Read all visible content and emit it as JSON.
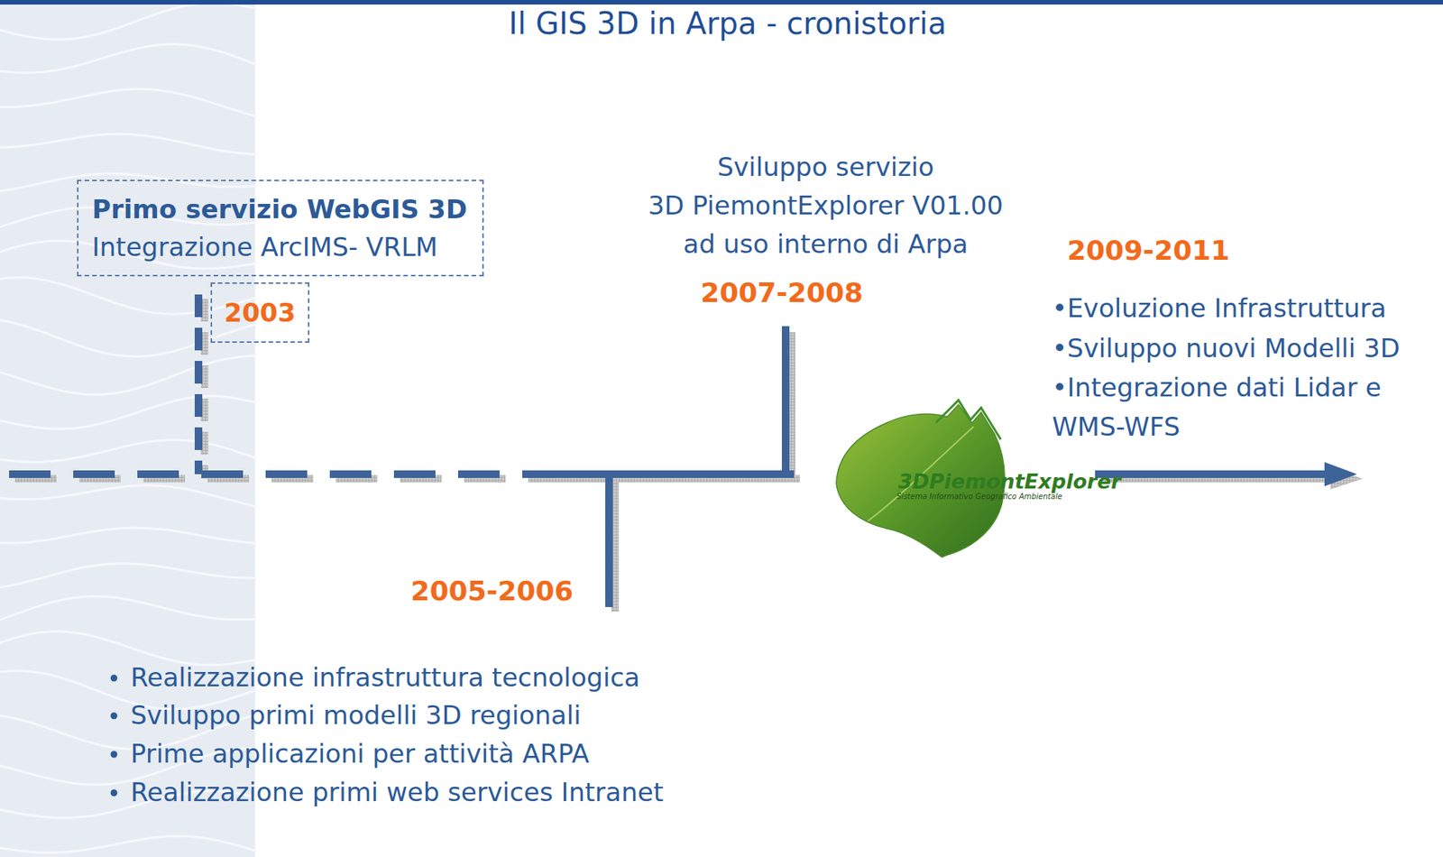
{
  "diagram": {
    "title": "Il GIS 3D in Arpa - cronistoria",
    "nodes": [
      {
        "text": [
          "Primo servizio WebGIS 3D",
          "Integrazione ArcIMS- VRLM"
        ]
      },
      {
        "text": [
          "2003"
        ]
      }
    ],
    "labels": [
      "Sviluppo servizio 3D PiemontExplorer V01.00 ad uso interno di Arpa",
      "2007-2008",
      "2009-2011",
      "•Evoluzione Infrastruttura",
      "•Sviluppo nuovi Modelli 3D",
      "•Integrazione dati Lidar e WMS-WFS",
      "3DPiemontExplorer",
      "Sistema Informativo Geografico Ambientale",
      "2005-2006",
      "Realizzazione infrastruttura tecnologica",
      "Sviluppo primi modelli 3D regionali",
      "Prime applicazioni per attività ARPA",
      "Realizzazione primi web services Intranet"
    ]
  }
}
